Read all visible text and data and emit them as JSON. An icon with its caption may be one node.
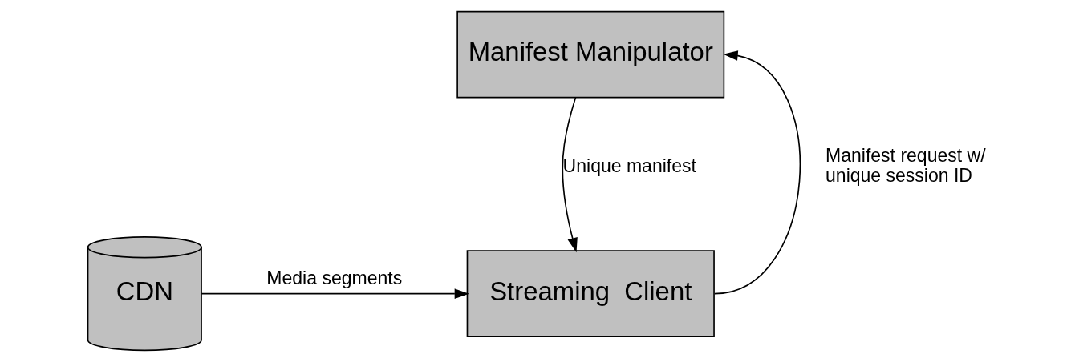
{
  "diagram": {
    "nodes": [
      {
        "text": [
          "Manifest Manipulator"
        ]
      },
      {
        "text": [
          "Streaming  Client"
        ]
      },
      {
        "text": [
          "CDN"
        ]
      }
    ],
    "edges": [
      {
        "from": 0,
        "to": 1,
        "arrow": "to",
        "label": "Unique manifest"
      },
      {
        "from": 1,
        "to": 0,
        "arrow": "to",
        "label": "Manifest request w/ unique session ID"
      },
      {
        "from": 2,
        "to": 1,
        "arrow": "to",
        "label": "Media segments"
      }
    ]
  }
}
